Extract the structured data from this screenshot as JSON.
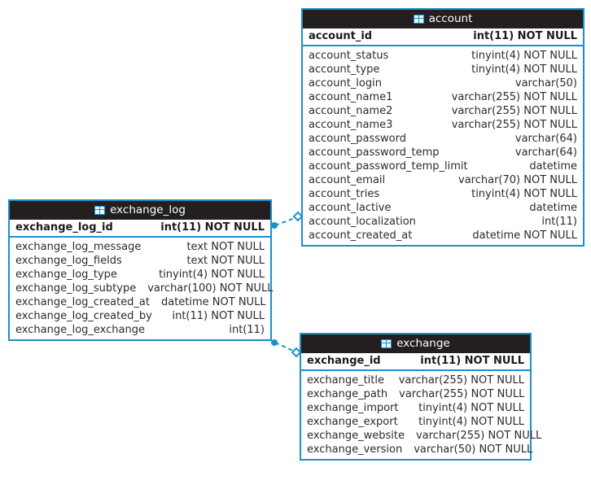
{
  "diagram": {
    "type": "er-diagram",
    "background_color": "#ffffff",
    "entity_border_color": "#1d8fcc",
    "entity_header_bg": "#231f20",
    "entity_header_fg": "#ffffff",
    "icon_color": "#1d8fcc",
    "table_icon_name": "table-icon"
  },
  "entities": [
    {
      "id": "account",
      "name": "account",
      "primary_key": {
        "name": "account_id",
        "type": "int(11) NOT NULL"
      },
      "columns": [
        {
          "name": "account_status",
          "type": "tinyint(4) NOT NULL"
        },
        {
          "name": "account_type",
          "type": "tinyint(4) NOT NULL"
        },
        {
          "name": "account_login",
          "type": "varchar(50)"
        },
        {
          "name": "account_name1",
          "type": "varchar(255) NOT NULL"
        },
        {
          "name": "account_name2",
          "type": "varchar(255) NOT NULL"
        },
        {
          "name": "account_name3",
          "type": "varchar(255) NOT NULL"
        },
        {
          "name": "account_password",
          "type": "varchar(64)"
        },
        {
          "name": "account_password_temp",
          "type": "varchar(64)"
        },
        {
          "name": "account_password_temp_limit",
          "type": "datetime"
        },
        {
          "name": "account_email",
          "type": "varchar(70) NOT NULL"
        },
        {
          "name": "account_tries",
          "type": "tinyint(4) NOT NULL"
        },
        {
          "name": "account_lactive",
          "type": "datetime"
        },
        {
          "name": "account_localization",
          "type": "int(11)"
        },
        {
          "name": "account_created_at",
          "type": "datetime NOT NULL"
        }
      ]
    },
    {
      "id": "exchange_log",
      "name": "exchange_log",
      "primary_key": {
        "name": "exchange_log_id",
        "type": "int(11) NOT NULL"
      },
      "columns": [
        {
          "name": "exchange_log_message",
          "type": "text NOT NULL"
        },
        {
          "name": "exchange_log_fields",
          "type": "text NOT NULL"
        },
        {
          "name": "exchange_log_type",
          "type": "tinyint(4) NOT NULL"
        },
        {
          "name": "exchange_log_subtype",
          "type": "varchar(100) NOT NULL"
        },
        {
          "name": "exchange_log_created_at",
          "type": "datetime NOT NULL"
        },
        {
          "name": "exchange_log_created_by",
          "type": "int(11) NOT NULL"
        },
        {
          "name": "exchange_log_exchange",
          "type": "int(11)"
        }
      ]
    },
    {
      "id": "exchange",
      "name": "exchange",
      "primary_key": {
        "name": "exchange_id",
        "type": "int(11) NOT NULL"
      },
      "columns": [
        {
          "name": "exchange_title",
          "type": "varchar(255) NOT NULL"
        },
        {
          "name": "exchange_path",
          "type": "varchar(255) NOT NULL"
        },
        {
          "name": "exchange_import",
          "type": "tinyint(4) NOT NULL"
        },
        {
          "name": "exchange_export",
          "type": "tinyint(4) NOT NULL"
        },
        {
          "name": "exchange_website",
          "type": "varchar(255) NOT NULL"
        },
        {
          "name": "exchange_version",
          "type": "varchar(50) NOT NULL"
        }
      ]
    }
  ],
  "relationships": [
    {
      "id": "rel-exchange-log-to-account",
      "from_entity": "exchange_log",
      "to_entity": "account",
      "from_marker": "filled-dot",
      "to_marker": "open-diamond",
      "line_style": "dashed",
      "color": "#1d8fcc"
    },
    {
      "id": "rel-exchange-log-to-exchange",
      "from_entity": "exchange_log",
      "to_entity": "exchange",
      "from_marker": "filled-dot",
      "to_marker": "open-diamond",
      "line_style": "dashed",
      "color": "#1d8fcc"
    }
  ]
}
